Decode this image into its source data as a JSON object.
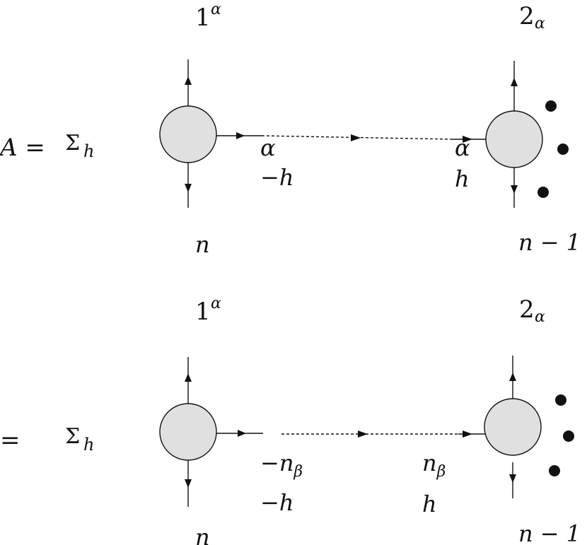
{
  "equations": [
    {
      "lhs": "A =",
      "sum": "Σ",
      "sum_sub": "h",
      "left_vertex": {
        "top": "1",
        "top_sup": "α",
        "bottom": "n"
      },
      "right_vertex": {
        "top": "2",
        "top_sub": "α",
        "bottom": "n − 1"
      },
      "prop_left": [
        "α",
        "−h"
      ],
      "prop_right": [
        "α",
        "h"
      ]
    },
    {
      "lhs": "=",
      "sum": "Σ",
      "sum_sub": "h",
      "left_vertex": {
        "top": "1",
        "top_sup": "α",
        "bottom": "n"
      },
      "right_vertex": {
        "top": "2",
        "top_sub": "α",
        "bottom": "n − 1"
      },
      "prop_left": [
        "−n",
        "β",
        "−h"
      ],
      "prop_right": [
        "n",
        "β",
        "h"
      ]
    }
  ]
}
